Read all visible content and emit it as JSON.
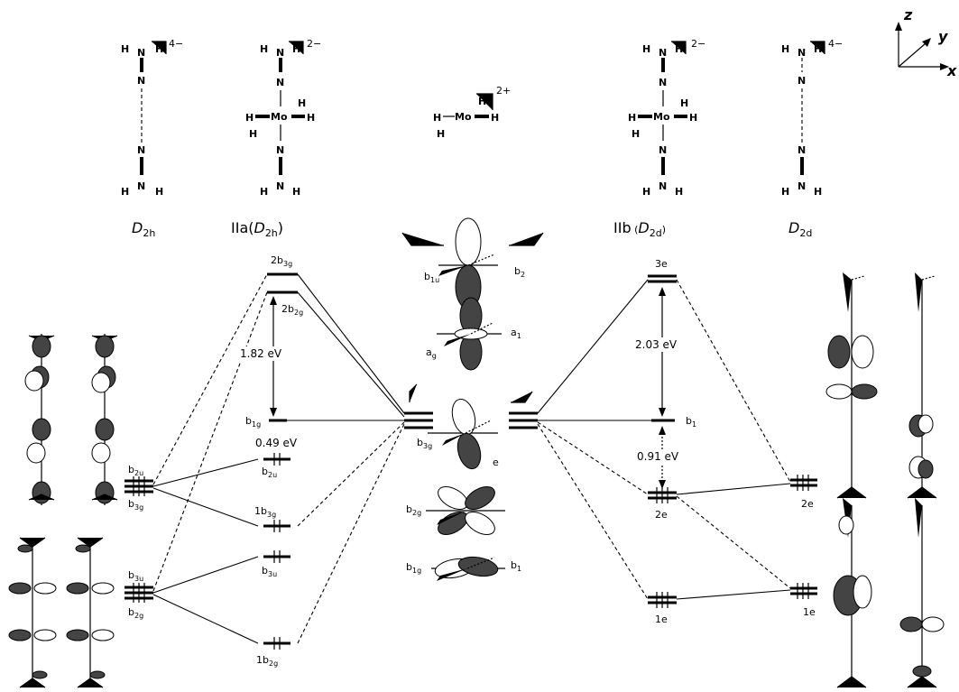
{
  "labels": {
    "h": "H",
    "n": "N",
    "mo": "Mo",
    "charge_4m": "4−",
    "charge_2m": "2−",
    "charge_2p": "2+"
  },
  "molecules": {
    "d2h": {
      "main": "D",
      "sub": "2h"
    },
    "iia": {
      "main": "IIa(",
      "sym": "D",
      "sub": "2h",
      "close": ")"
    },
    "iib": {
      "main": "IIb",
      "paren": " (",
      "sym": "D",
      "sub": "2d",
      "close": ")"
    },
    "d2d": {
      "main": "D",
      "sub": "2d"
    }
  },
  "axes": {
    "x": "x",
    "y": "y",
    "z": "z"
  },
  "levels_left": {
    "2b3g": {
      "main": "2b",
      "sub": "3g"
    },
    "2b2g": {
      "main": "2b",
      "sub": "2g"
    },
    "b1g": {
      "main": "b",
      "sub": "1g"
    },
    "b2u": {
      "main": "b",
      "sub": "2u"
    },
    "1b3g": {
      "main": "1b",
      "sub": "3g"
    },
    "b3u": {
      "main": "b",
      "sub": "3u"
    },
    "1b2g": {
      "main": "1b",
      "sub": "2g"
    }
  },
  "levels_right": {
    "3e": "3e",
    "b1": {
      "main": "b",
      "sub": "1"
    },
    "2e": "2e",
    "1e": "1e",
    "far_2e": "2e",
    "far_1e": "1e"
  },
  "fragment_left": {
    "b2u": {
      "main": "b",
      "sub": "2u"
    },
    "b3g": {
      "main": "b",
      "sub": "3g"
    },
    "b3u": {
      "main": "b",
      "sub": "3u"
    },
    "b2g": {
      "main": "b",
      "sub": "2g"
    }
  },
  "center_orbitals": {
    "b1u": {
      "main": "b",
      "sub": "1u"
    },
    "b2": {
      "main": "b",
      "sub": "2"
    },
    "ag": {
      "main": "a",
      "sub": "g"
    },
    "a1": {
      "main": "a",
      "sub": "1"
    },
    "b3g": {
      "main": "b",
      "sub": "3g"
    },
    "e": "e",
    "b2g": {
      "main": "b",
      "sub": "2g"
    },
    "b1g": {
      "main": "b",
      "sub": "1g"
    },
    "b1": {
      "main": "b",
      "sub": "1"
    }
  },
  "energies": {
    "gap_iia_high": "1.82 eV",
    "gap_iia_low": "0.49 eV",
    "gap_iib_high": "2.03 eV",
    "gap_iib_low": "0.91 eV"
  }
}
